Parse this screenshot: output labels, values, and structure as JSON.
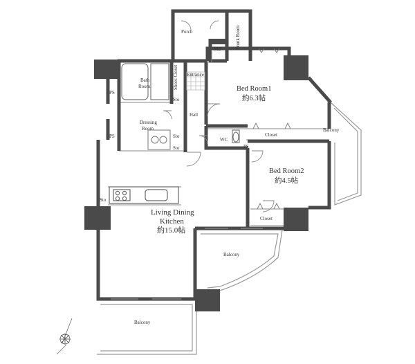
{
  "rooms": {
    "porch": "Porch",
    "trunk_room": "Trunk Room",
    "mb": "MB",
    "entrance": "Entrance",
    "shoes_closet": "Shoes Closet",
    "bath_line1": "Bath",
    "bath_line2": "Room",
    "ps_top": "PS",
    "ps_mid": "PS",
    "sto_bath": "Sto",
    "dressing_line1": "Dressing",
    "dressing_line2": "Room",
    "sto_dressing": "Sto",
    "sto_hall": "Sto",
    "hall": "Hall",
    "wc": "WC",
    "ps_wc": "PS",
    "bed1_name": "Bed Room1",
    "bed1_size": "約6.3帖",
    "closet_bed1": "Closet",
    "balcony_right": "Balcony",
    "bed2_name": "Bed Room2",
    "bed2_size": "約4.5帖",
    "closet_bed2": "Closet",
    "sto_kitchen": "Sto",
    "ldk_line1": "Living Dining",
    "ldk_line2": "Kitchen",
    "ldk_size": "約15.0帖",
    "balcony_middle": "Balcony",
    "balcony_bottom": "Balcony"
  },
  "colors": {
    "wall": "#4a4a4a",
    "pillar": "#4a4a4a",
    "thin_line": "#9a9a9a",
    "floor_tile": "#cfcfcf"
  },
  "icons": {
    "compass": "compass-icon"
  }
}
